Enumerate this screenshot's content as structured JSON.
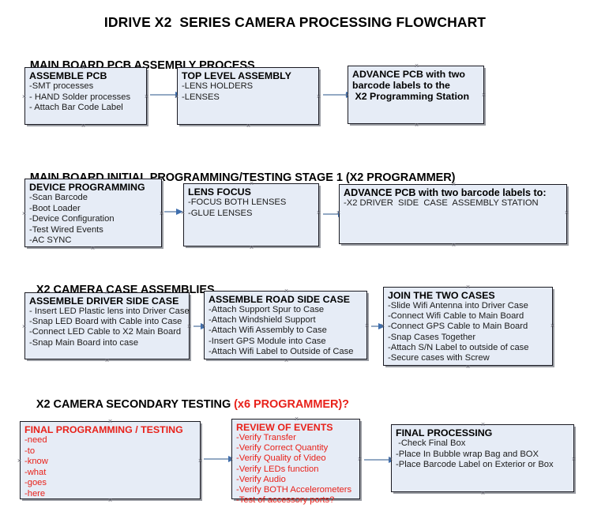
{
  "title": "IDRIVE X2  SERIES CAMERA PROCESSING FLOWCHART",
  "colors": {
    "box_fill": "#E6ECF6",
    "box_border": "#1A1A22",
    "arrow": "#93A9C4",
    "arrow_head": "#3F6FAE",
    "accent_red": "#E8211A",
    "text": "#000000",
    "page_background": "#FFFFFF"
  },
  "sections": [
    {
      "id": "main-board-pcb-assembly",
      "heading": "MAIN BOARD PCB ASSEMBLY PROCESS",
      "heading_accent": "",
      "nodes": [
        {
          "id": "assemble-pcb",
          "title": "ASSEMBLE PCB",
          "lines": [
            "-SMT processes",
            "- HAND Solder processes",
            "- Attach Bar Code Label"
          ]
        },
        {
          "id": "top-level-assembly",
          "title": "TOP LEVEL ASSEMBLY",
          "lines": [
            "-LENS HOLDERS",
            "-LENSES"
          ]
        },
        {
          "id": "advance-pcb-to-programming-station",
          "title": "ADVANCE PCB with two",
          "lines": [
            "barcode labels to the",
            " X2 Programming Station"
          ]
        }
      ]
    },
    {
      "id": "main-board-initial-programming",
      "heading": "MAIN BOARD INITIAL PROGRAMMING/TESTING STAGE 1 (X2 PROGRAMMER)",
      "heading_accent": "",
      "nodes": [
        {
          "id": "device-programming",
          "title": "DEVICE PROGRAMMING",
          "lines": [
            "-Scan Barcode",
            "-Boot Loader",
            "-Device Configuration",
            "-Test Wired Events",
            "-AC SYNC"
          ]
        },
        {
          "id": "lens-focus",
          "title": "LENS FOCUS",
          "lines": [
            "-FOCUS BOTH LENSES",
            "-GLUE LENSES"
          ]
        },
        {
          "id": "advance-pcb-to-driver-side-case",
          "title": "ADVANCE PCB with two barcode labels to:",
          "lines": [
            "-X2 DRIVER  SIDE  CASE  ASSEMBLY STATION"
          ]
        }
      ]
    },
    {
      "id": "x2-camera-case-assemblies",
      "heading": "X2 CAMERA CASE ASSEMBLIES",
      "heading_accent": "",
      "nodes": [
        {
          "id": "assemble-driver-side-case",
          "title": "ASSEMBLE DRIVER SIDE CASE",
          "lines": [
            "- Insert LED Plastic lens into Driver Case",
            "-Snap LED Board with Cable into Case",
            "-Connect LED Cable to X2 Main Board",
            "-Snap Main Board into case"
          ]
        },
        {
          "id": "assemble-road-side-case",
          "title": "ASSEMBLE ROAD SIDE CASE",
          "lines": [
            "-Attach Support Spur to Case",
            "-Attach Windshield Support",
            "-Attach Wifi Assembly to Case",
            "-Insert GPS Module into Case",
            "-Attach Wifi Label to Outside of Case"
          ]
        },
        {
          "id": "join-the-two-cases",
          "title": "JOIN THE TWO CASES",
          "lines": [
            "-Slide Wifi Antenna into Driver Case",
            "-Connect Wifi Cable to Main Board",
            "-Connect GPS Cable to Main Board",
            "-Snap Cases Together",
            "-Attach S/N Label to outside of case",
            "-Secure cases with Screw"
          ]
        }
      ]
    },
    {
      "id": "x2-camera-secondary-testing",
      "heading": "X2 CAMERA SECONDARY TESTING ",
      "heading_accent": "(x6 PROGRAMMER)?",
      "nodes": [
        {
          "id": "final-programming-testing",
          "title": "FINAL PROGRAMMING / TESTING",
          "lines": [
            "-need",
            "-to",
            "-know",
            "-what",
            "-goes",
            "-here"
          ]
        },
        {
          "id": "review-of-events",
          "title": "REVIEW OF EVENTS",
          "lines": [
            "-Verify Transfer",
            "-Verify Correct Quantity",
            "-Verify Quality of Video",
            "-Verify LEDs function",
            "-Verify Audio",
            "-Verify BOTH Accelerometers",
            "-Test of accessory ports?"
          ]
        },
        {
          "id": "final-processing",
          "title": "FINAL PROCESSING",
          "lines": [
            " -Check Final Box",
            "-Place In Bubble wrap Bag and BOX",
            "-Place Barcode Label on Exterior or Box"
          ]
        }
      ]
    }
  ]
}
